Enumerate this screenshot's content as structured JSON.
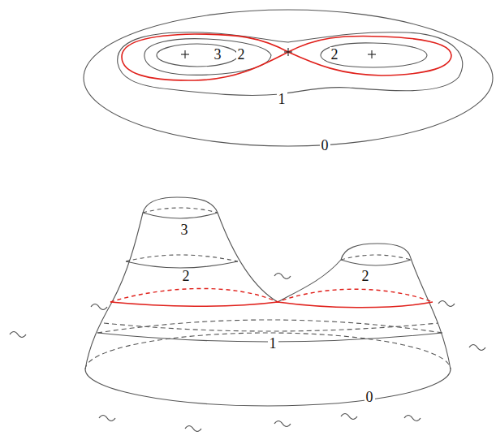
{
  "diagram": {
    "labels": [
      "3",
      "2",
      "2",
      "1",
      "0",
      "3",
      "2",
      "2",
      "1",
      "0"
    ]
  }
}
